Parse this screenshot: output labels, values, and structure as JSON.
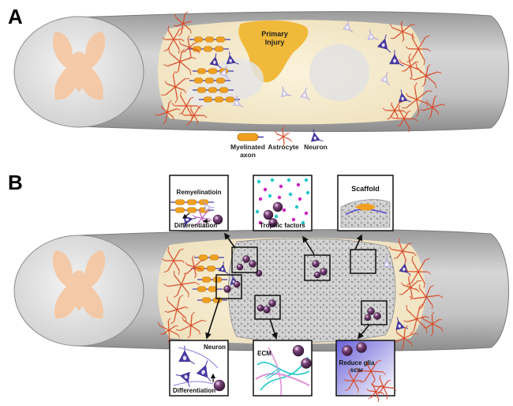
{
  "panels": {
    "a": {
      "letter": "A",
      "primary_injury": "Primary\nInjury"
    },
    "b": {
      "letter": "B"
    }
  },
  "legend": {
    "myelinated_axon": "Myelinated\naxon",
    "astrocyte": "Astrocyte",
    "neuron": "Neuron"
  },
  "insets": {
    "remyelination": "Remyelinatioin",
    "remyelination_differentiation": "Differentiation",
    "trophic_factors": "Trophic factors",
    "scaffold": "Scaffold",
    "neuron": "Neuron",
    "neuron_differentiation": "Differentiation",
    "ecm": "ECM",
    "reduce_glia_scar": "Reduce glia\nscar"
  },
  "colors": {
    "cord": "#c9c9c9",
    "grey_matter": "#f5c5a0",
    "astrocyte": "#d84a2a",
    "neuron": "#4a3aa8",
    "myelin": "#f0a020",
    "stem_cell": "#6b3a6b",
    "ecm": "#20c8c8",
    "trophic_magenta": "#d020c0"
  }
}
